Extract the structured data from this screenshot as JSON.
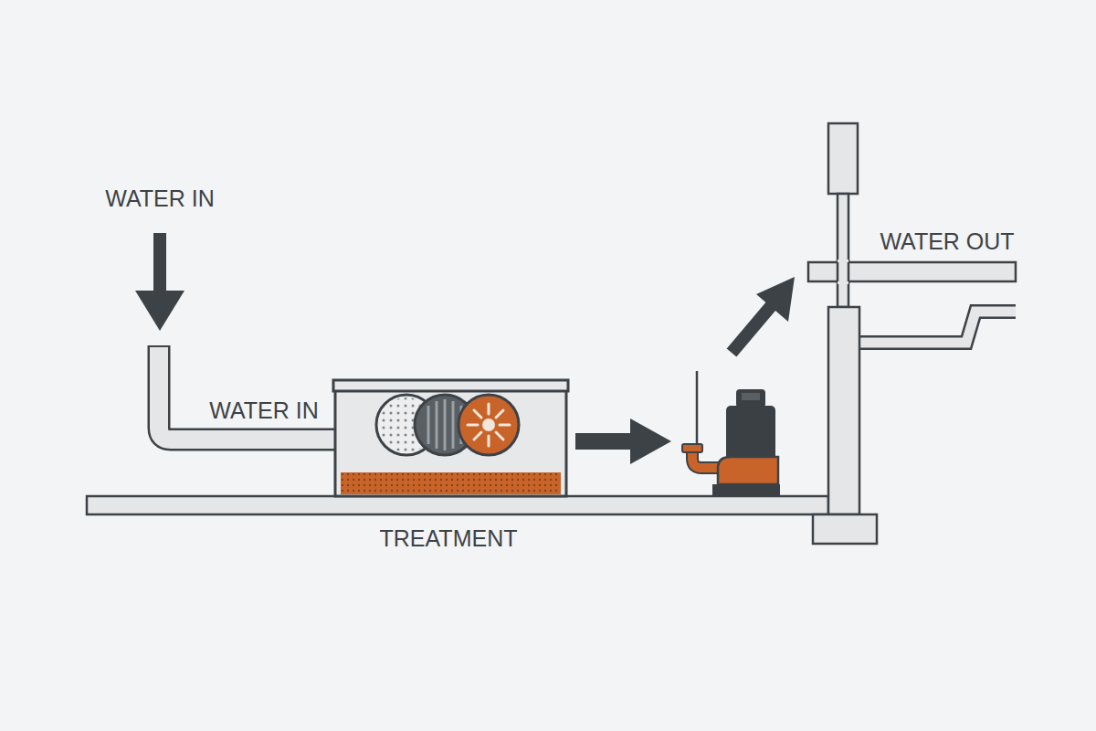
{
  "diagram": {
    "labels": [
      "WATER IN",
      "WATER IN",
      "TREATMENT",
      "WATER OUT"
    ]
  }
}
